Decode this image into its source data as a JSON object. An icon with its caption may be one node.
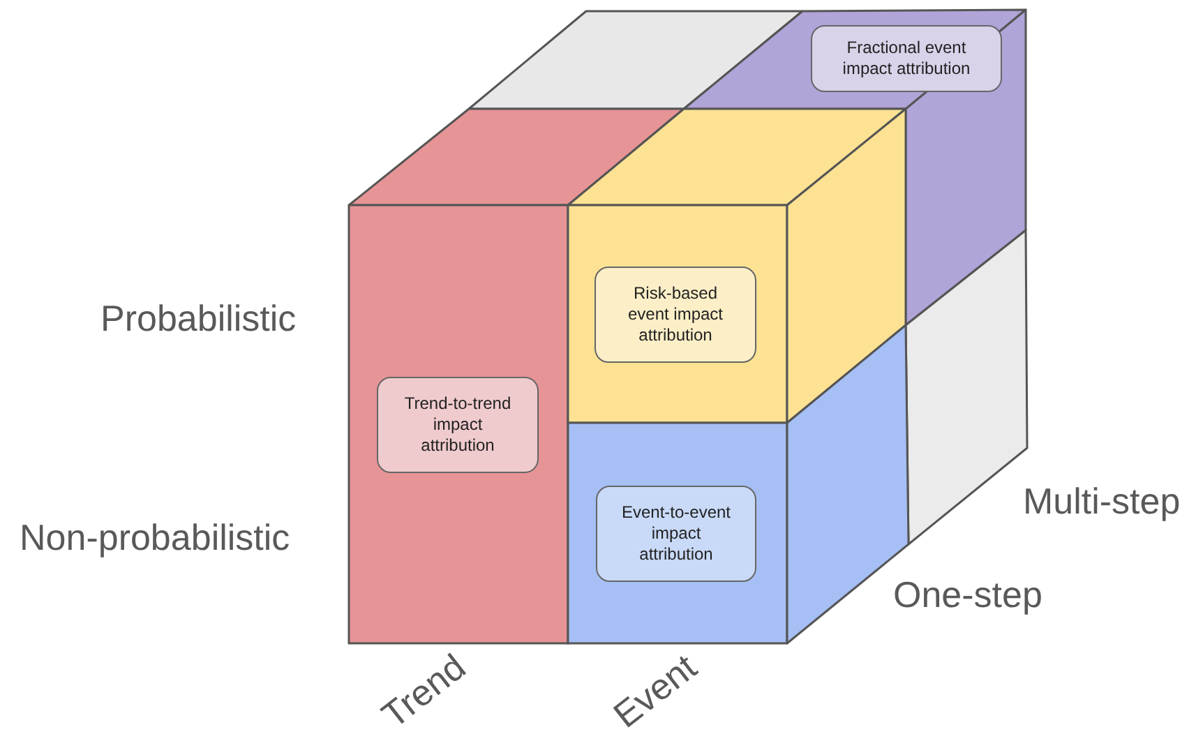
{
  "diagram": {
    "nodes": [
      {
        "text": [
          "Fractional event impact attribution"
        ]
      },
      {
        "text": [
          "Risk-based event impact attribution"
        ]
      },
      {
        "text": [
          "Trend-to-trend impact attribution"
        ]
      },
      {
        "text": [
          "Event-to-event impact attribution"
        ]
      }
    ],
    "labels": [
      "Probabilistic",
      "Non-probabilistic",
      "Multi-step",
      "One-step",
      "Trend",
      "Event"
    ]
  }
}
